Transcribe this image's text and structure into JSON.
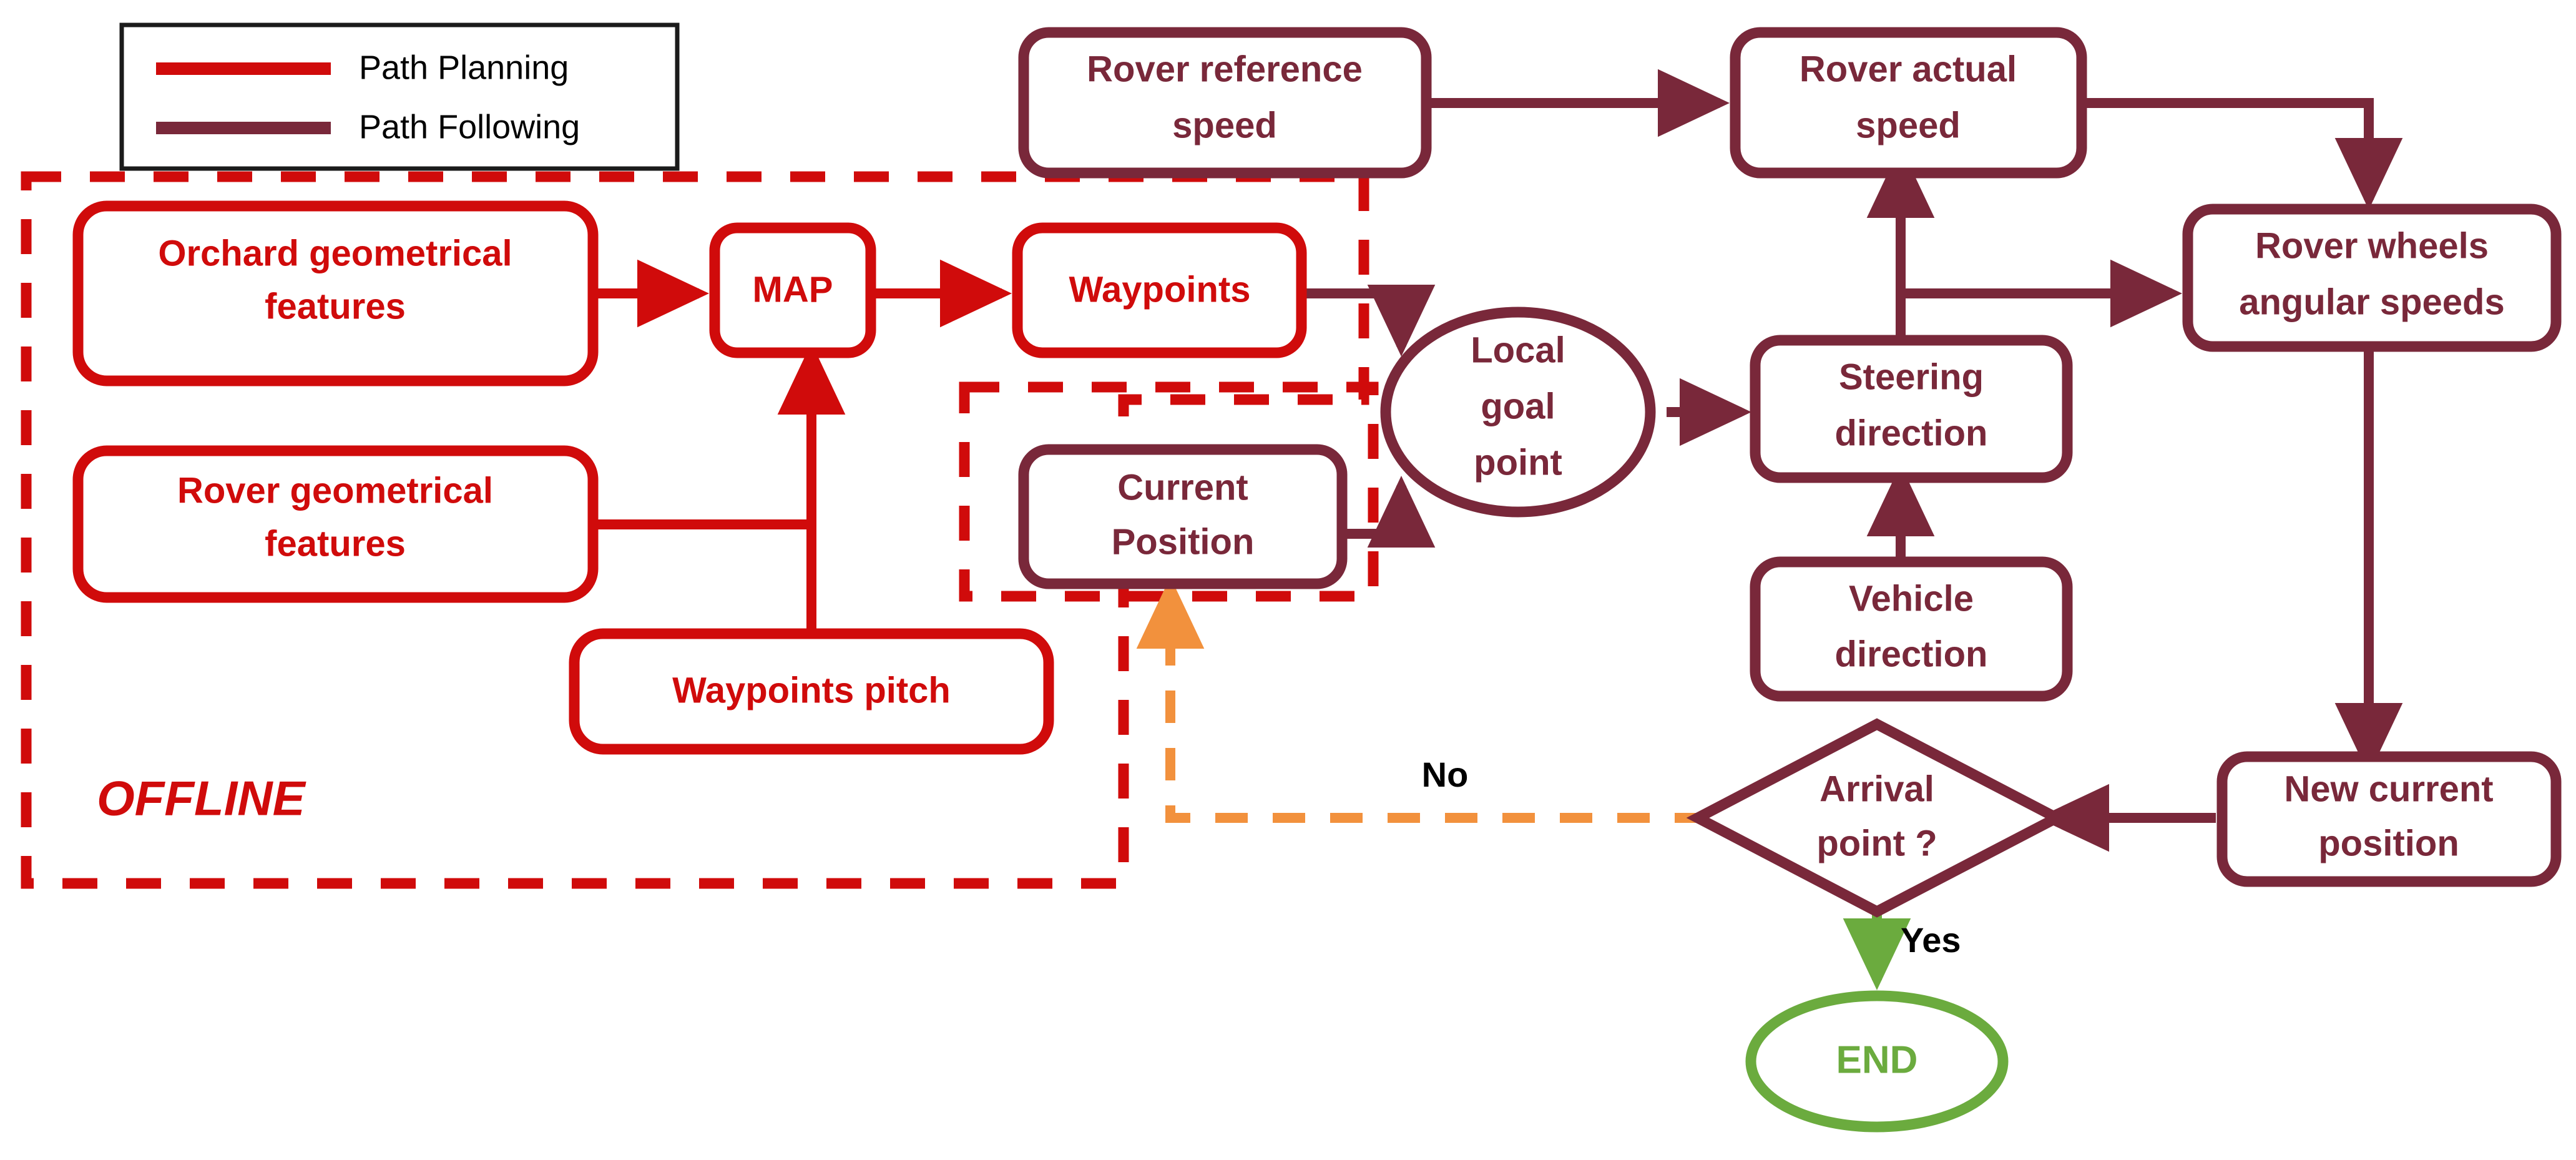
{
  "colors": {
    "path_planning_red": "#D00B0B",
    "path_following_dark_red": "#79283A",
    "no_branch_orange": "#F2913D",
    "yes_branch_green": "#6BAB3E",
    "label_black": "#000000",
    "background": "#FFFFFF"
  },
  "legend": {
    "items": [
      {
        "label": "Path Planning",
        "color": "#D00B0B"
      },
      {
        "label": "Path Following",
        "color": "#79283A"
      }
    ]
  },
  "groups": {
    "offline": {
      "label": "OFFLINE",
      "style": "dashed",
      "color": "#D00B0B"
    },
    "online_inner": {
      "label": "",
      "style": "dashed",
      "color": "#D00B0B"
    }
  },
  "nodes": {
    "orchard_geometrical_features": {
      "label_line1": "Orchard geometrical",
      "label_line2": "features",
      "shape": "rounded-rect",
      "group": "path-planning"
    },
    "rover_geometrical_features": {
      "label_line1": "Rover geometrical",
      "label_line2": "features",
      "shape": "rounded-rect",
      "group": "path-planning"
    },
    "waypoints_pitch": {
      "label_line1": "Waypoints pitch",
      "label_line2": "",
      "shape": "rounded-rect",
      "group": "path-planning"
    },
    "map": {
      "label_line1": "MAP",
      "label_line2": "",
      "shape": "rounded-rect",
      "group": "path-planning"
    },
    "waypoints": {
      "label_line1": "Waypoints",
      "label_line2": "",
      "shape": "rounded-rect",
      "group": "path-planning"
    },
    "current_position": {
      "label_line1": "Current",
      "label_line2": "Position",
      "shape": "rounded-rect",
      "group": "path-following"
    },
    "local_goal_point": {
      "label_line1": "Local",
      "label_line2": "goal",
      "label_line3": "point",
      "shape": "ellipse",
      "group": "path-following"
    },
    "rover_reference_speed": {
      "label_line1": "Rover reference",
      "label_line2": "speed",
      "shape": "rounded-rect",
      "group": "path-following"
    },
    "rover_actual_speed": {
      "label_line1": "Rover actual",
      "label_line2": "speed",
      "shape": "rounded-rect",
      "group": "path-following"
    },
    "steering_direction": {
      "label_line1": "Steering",
      "label_line2": "direction",
      "shape": "rounded-rect",
      "group": "path-following"
    },
    "vehicle_direction": {
      "label_line1": "Vehicle",
      "label_line2": "direction",
      "shape": "rounded-rect",
      "group": "path-following"
    },
    "rover_wheels_angular_speeds": {
      "label_line1": "Rover wheels",
      "label_line2": "angular speeds",
      "shape": "rounded-rect",
      "group": "path-following"
    },
    "new_current_position": {
      "label_line1": "New current",
      "label_line2": "position",
      "shape": "rounded-rect",
      "group": "path-following"
    },
    "arrival_point": {
      "label_line1": "Arrival",
      "label_line2": "point ?",
      "shape": "diamond",
      "group": "path-following"
    },
    "end": {
      "label_line1": "END",
      "label_line2": "",
      "shape": "ellipse",
      "group": "terminator"
    }
  },
  "edge_labels": {
    "no": "No",
    "yes": "Yes"
  },
  "edges": [
    {
      "from": "orchard_geometrical_features",
      "to": "map",
      "color": "#D00B0B"
    },
    {
      "from": "rover_geometrical_features",
      "to": "map",
      "color": "#D00B0B"
    },
    {
      "from": "waypoints_pitch",
      "to": "map",
      "color": "#D00B0B"
    },
    {
      "from": "map",
      "to": "waypoints",
      "color": "#D00B0B"
    },
    {
      "from": "waypoints",
      "to": "local_goal_point",
      "color": "#79283A"
    },
    {
      "from": "current_position",
      "to": "local_goal_point",
      "color": "#79283A"
    },
    {
      "from": "local_goal_point",
      "to": "steering_direction",
      "color": "#79283A"
    },
    {
      "from": "vehicle_direction",
      "to": "steering_direction",
      "color": "#79283A"
    },
    {
      "from": "steering_direction",
      "to": "rover_actual_speed",
      "color": "#79283A"
    },
    {
      "from": "steering_direction",
      "to": "rover_wheels_angular_speeds",
      "color": "#79283A"
    },
    {
      "from": "rover_reference_speed",
      "to": "rover_actual_speed",
      "color": "#79283A"
    },
    {
      "from": "rover_actual_speed",
      "to": "rover_wheels_angular_speeds",
      "color": "#79283A"
    },
    {
      "from": "rover_wheels_angular_speeds",
      "to": "new_current_position",
      "color": "#79283A"
    },
    {
      "from": "new_current_position",
      "to": "arrival_point",
      "color": "#79283A"
    },
    {
      "from": "arrival_point",
      "to": "current_position",
      "label": "No",
      "color": "#F2913D",
      "style": "dashed"
    },
    {
      "from": "arrival_point",
      "to": "end",
      "label": "Yes",
      "color": "#6BAB3E"
    }
  ]
}
